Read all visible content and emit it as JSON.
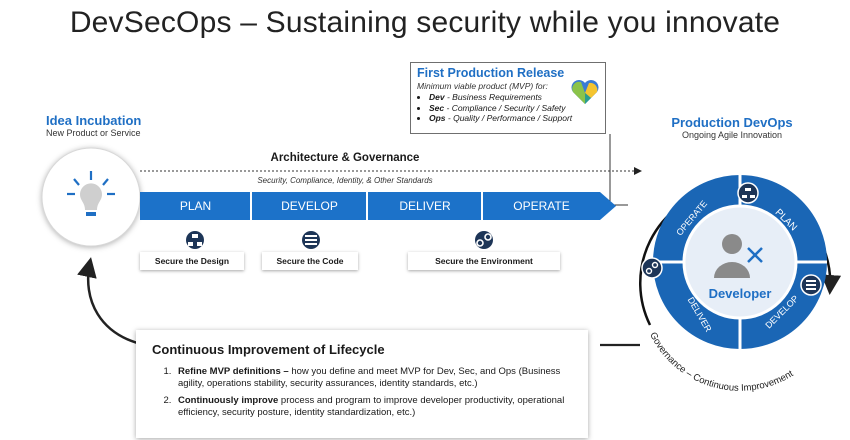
{
  "title": "DevSecOps – Sustaining security while you innovate",
  "idea": {
    "title": "Idea Incubation",
    "subtitle": "New Product or Service"
  },
  "production": {
    "title": "Production DevOps",
    "subtitle": "Ongoing Agile Innovation"
  },
  "release": {
    "title": "First Production Release",
    "mvp_intro": "Minimum viable product (MVP) for:",
    "items": [
      {
        "key": "Dev",
        "text": "- Business Requirements"
      },
      {
        "key": "Sec",
        "text": "- Compliance / Security / Safety"
      },
      {
        "key": "Ops",
        "text": "- Quality / Performance / Support"
      }
    ]
  },
  "architecture": {
    "title": "Architecture & Governance",
    "subtitle": "Security, Compliance, Identity, & Other Standards"
  },
  "phases": [
    "PLAN",
    "DEVELOP",
    "DELIVER",
    "OPERATE"
  ],
  "secure": {
    "design": "Secure the Design",
    "code": "Secure the Code",
    "environment": "Secure the Environment"
  },
  "cycle": {
    "center": "Developer",
    "segments": [
      "PLAN",
      "DEVELOP",
      "DELIVER",
      "OPERATE"
    ],
    "outer_label": "Governance – Continuous Improvement"
  },
  "improvement": {
    "title": "Continuous Improvement of Lifecycle",
    "items": [
      {
        "num": "1.",
        "bold": "Refine MVP definitions –",
        "text": " how you define and meet MVP for Dev, Sec, and Ops (Business agility, operations stability, security assurances, identity standards, etc.)"
      },
      {
        "num": "2.",
        "bold": "Continuously improve",
        "text": " process and program to improve developer productivity, operational efficiency, security posture, identity standardization, etc.)"
      }
    ]
  },
  "colors": {
    "accent": "#1f6fc4",
    "phase_blue": "#1c72c9",
    "ring_blue": "#1a66b5",
    "dark_navy": "#1d3557"
  }
}
